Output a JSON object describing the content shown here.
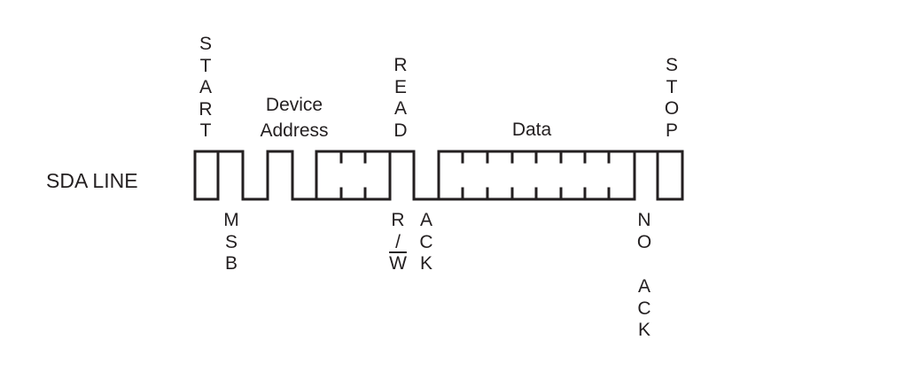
{
  "line_label": "SDA LINE",
  "top_labels": {
    "start": [
      "S",
      "T",
      "A",
      "R",
      "T"
    ],
    "device_address": [
      "Device",
      "Address"
    ],
    "read": [
      "R",
      "E",
      "A",
      "D"
    ],
    "data": "Data",
    "stop": [
      "S",
      "T",
      "O",
      "P"
    ]
  },
  "bottom_labels": {
    "msb": [
      "M",
      "S",
      "B"
    ],
    "rw": [
      "R",
      "/",
      "W"
    ],
    "ack": [
      "A",
      "C",
      "K"
    ],
    "no": [
      "N",
      "O"
    ],
    "no_ack": [
      "A",
      "C",
      "K"
    ]
  },
  "stroke_color": "#231f20"
}
